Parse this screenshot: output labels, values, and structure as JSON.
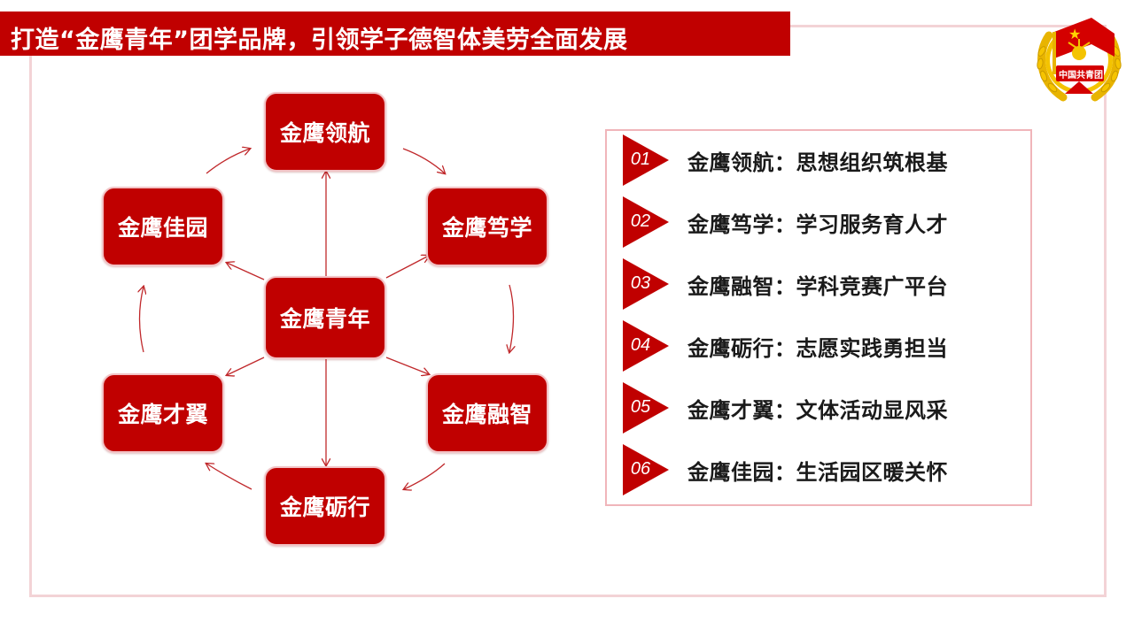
{
  "header": {
    "title": "打造“金鹰青年”团学品牌，引领学子德智体美劳全面发展",
    "emblem_text": "中国共青团",
    "emblem_star": "★"
  },
  "colors": {
    "brand_red": "#c00000",
    "frame_pink": "#f3d3d6",
    "gold": "#e8b400"
  },
  "diagram": {
    "center": "金鹰青年",
    "nodes": [
      "金鹰领航",
      "金鹰笃学",
      "金鹰融智",
      "金鹰砺行",
      "金鹰才翼",
      "金鹰佳园"
    ]
  },
  "list": [
    {
      "num": "01",
      "text": "金鹰领航：思想组织筑根基"
    },
    {
      "num": "02",
      "text": "金鹰笃学：学习服务育人才"
    },
    {
      "num": "03",
      "text": "金鹰融智：学科竞赛广平台"
    },
    {
      "num": "04",
      "text": "金鹰砺行：志愿实践勇担当"
    },
    {
      "num": "05",
      "text": "金鹰才翼：文体活动显风采"
    },
    {
      "num": "06",
      "text": "金鹰佳园：生活园区暖关怀"
    }
  ]
}
